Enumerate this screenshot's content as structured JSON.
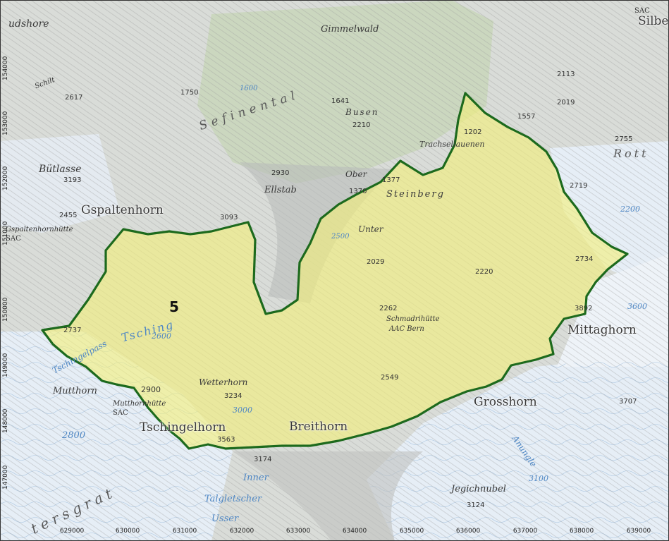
{
  "map": {
    "colors": {
      "terrain": "#d9dcd8",
      "glacier": "#e6eef6",
      "forest": "#c9d6bd",
      "area_fill": "#f2ef7a",
      "area_stroke": "#1d6a1d",
      "water_text": "#4f87c4"
    },
    "area": {
      "label": "5"
    },
    "place_labels": {
      "gimmelwald": "Gimmelwald",
      "sefinental": "Sefinental",
      "buetlasse": "Bütlasse",
      "gspaltenhorn": "Gspaltenhorn",
      "gspaltenhornhuette": "Gspaltenhornhütte",
      "sac_a": "SAC",
      "ellstab": "Ellstab",
      "ober": "Ober",
      "busen": "Busen",
      "trachsellauenen": "Trachsellauenen",
      "steinberg": "Steinberg",
      "unter": "Unter",
      "schmadrihuette": "Schmadrihütte",
      "aac_bern": "AAC Bern",
      "mittaghorn": "Mittaghorn",
      "grosshorn": "Grosshorn",
      "muttlhorn": "Mutthorn",
      "mutthornhuette": "Mutthornhütte",
      "sac_b": "SAC",
      "tschingelhorn": "Tschingelhorn",
      "wetterhorn": "Wetterhorn",
      "breithorn": "Breithorn",
      "tschingelpass": "Tschingelpass",
      "tschingelfirn": "Tsching",
      "jegichnubel": "Jegichnubel",
      "inner": "Inner",
      "usser": "Usser",
      "talgletscher": "Talgletscher",
      "anungle": "Anungle",
      "tersgrat": "tersgrat",
      "rott": "Rott",
      "silbe": "Silbe",
      "sac_c": "SAC",
      "udshore": "udshore",
      "schilt": "Schilt"
    },
    "elevations": {
      "e2617": "2617",
      "e3193": "3193",
      "e2455": "2455",
      "e3093": "3093",
      "e2930": "2930",
      "e1641": "1641",
      "e2210": "2210",
      "e1370": "1370",
      "e1377": "1377",
      "e1202": "1202",
      "e1557": "1557",
      "e2019": "2019",
      "e2113": "2113",
      "e2755": "2755",
      "e2719": "2719",
      "e2029": "2029",
      "e2220": "2220",
      "e2734": "2734",
      "e2262": "2262",
      "e3892": "3892",
      "e3600": "3600",
      "e2737": "2737",
      "e2600": "2600",
      "e2900": "2900",
      "e3234": "3234",
      "e3000": "3000",
      "e2800": "2800",
      "e3563": "3563",
      "e3174": "3174",
      "e2549": "2549",
      "e3124": "3124",
      "e3707": "3707",
      "e3100": "3100",
      "e2200": "2200",
      "e1600": "1600",
      "e2500": "2500",
      "e1750": "1750"
    },
    "axes": {
      "x_ticks": [
        "629000",
        "630000",
        "631000",
        "632000",
        "633000",
        "634000",
        "635000",
        "636000",
        "637000",
        "638000",
        "639000"
      ],
      "y_ticks": [
        "154000",
        "153000",
        "152000",
        "151000",
        "150000",
        "149000",
        "148000",
        "147000"
      ]
    }
  }
}
